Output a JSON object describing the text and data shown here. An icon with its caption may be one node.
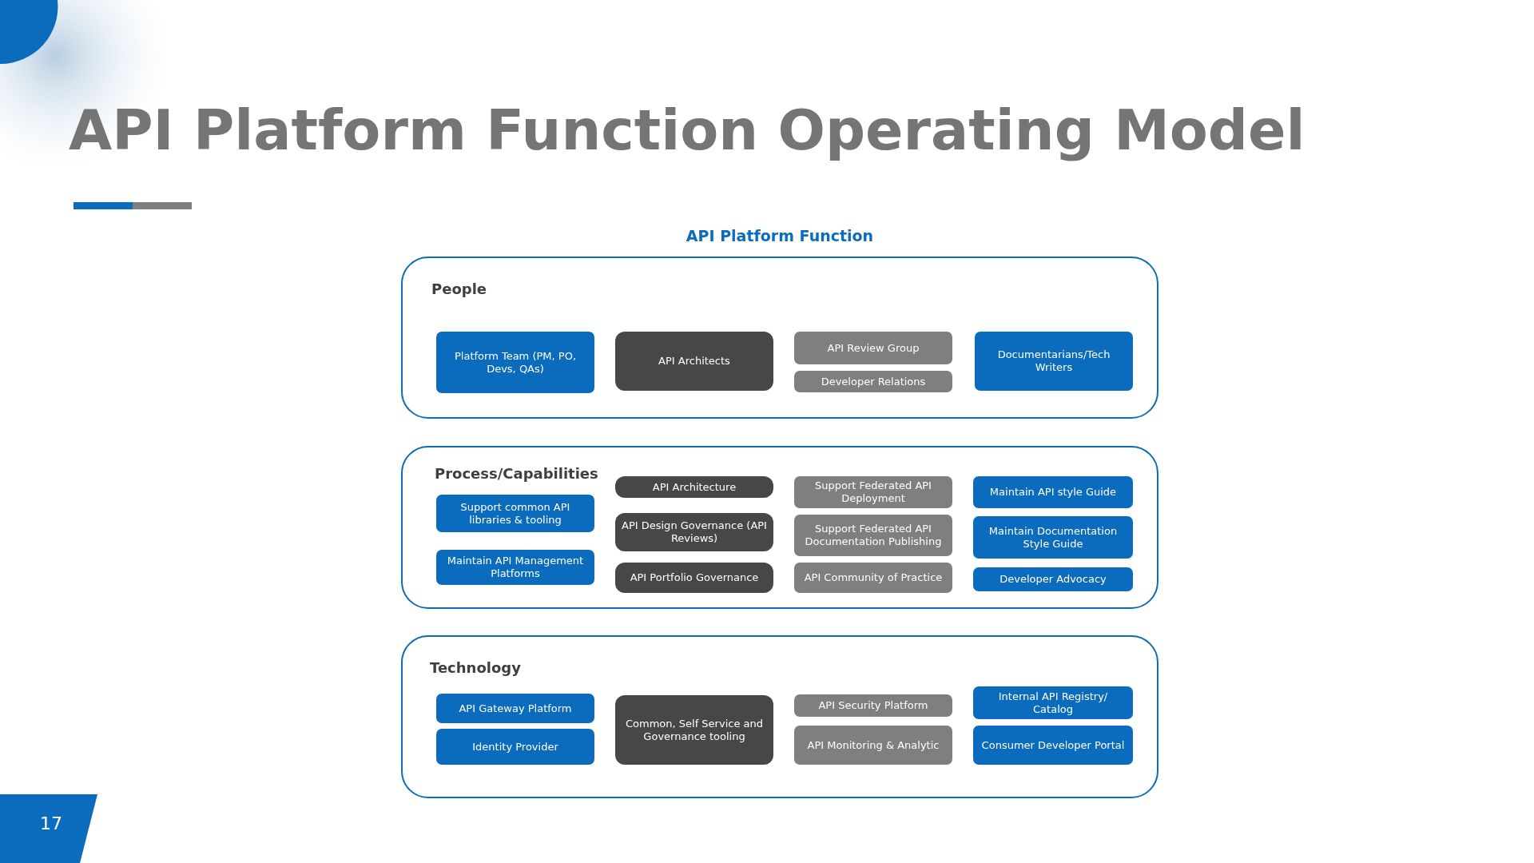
{
  "diagram": {
    "title": "API Platform Function Operating Model",
    "nodes": [
      {
        "text": [
          "People"
        ]
      },
      {
        "text": [
          "Platform Team (PM, PO, Devs, QAs)"
        ],
        "in": 0
      },
      {
        "text": [
          "API Architects"
        ],
        "in": 0
      },
      {
        "text": [
          "API Review Group"
        ],
        "in": 0
      },
      {
        "text": [
          "Developer Relations"
        ],
        "in": 0
      },
      {
        "text": [
          "Documentarians/Tech Writers"
        ],
        "in": 0
      },
      {
        "text": [
          "Process/Capabilities"
        ]
      },
      {
        "text": [
          "Support common API libraries & tooling"
        ],
        "in": 6
      },
      {
        "text": [
          "Maintain API Management Platforms"
        ],
        "in": 6
      },
      {
        "text": [
          "API Architecture"
        ],
        "in": 6
      },
      {
        "text": [
          "API Design Governance (API Reviews)"
        ],
        "in": 6
      },
      {
        "text": [
          "API Portfolio Governance"
        ],
        "in": 6
      },
      {
        "text": [
          "Support Federated API Deployment"
        ],
        "in": 6
      },
      {
        "text": [
          "Support Federated API Documentation Publishing"
        ],
        "in": 6
      },
      {
        "text": [
          "API Community of Practice"
        ],
        "in": 6
      },
      {
        "text": [
          "Maintain API style Guide"
        ],
        "in": 6
      },
      {
        "text": [
          "Maintain Documentation Style Guide"
        ],
        "in": 6
      },
      {
        "text": [
          "Developer Advocacy"
        ],
        "in": 6
      },
      {
        "text": [
          "Technology"
        ]
      },
      {
        "text": [
          "API Gateway Platform"
        ],
        "in": 18
      },
      {
        "text": [
          "Identity Provider"
        ],
        "in": 18
      },
      {
        "text": [
          "Common, Self Service and Governance tooling"
        ],
        "in": 18
      },
      {
        "text": [
          "API Security Platform"
        ],
        "in": 18
      },
      {
        "text": [
          "API Monitoring & Analytic"
        ],
        "in": 18
      },
      {
        "text": [
          "Internal API Registry/ Catalog"
        ],
        "in": 18
      },
      {
        "text": [
          "Consumer Developer Portal"
        ],
        "in": 18
      }
    ],
    "labels": [
      "API Platform Function",
      "17"
    ]
  }
}
